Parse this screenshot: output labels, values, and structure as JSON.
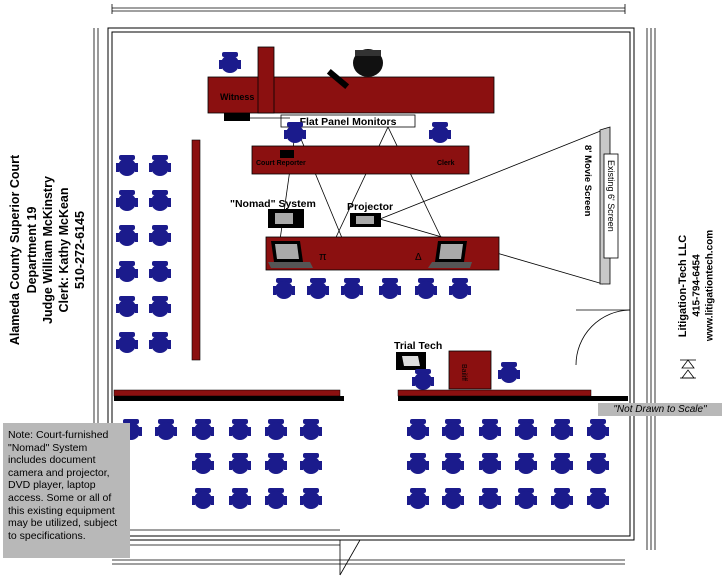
{
  "court": {
    "line1": "Alameda County Superior Court",
    "line2": "Department 19",
    "line3": "Judge William McKinstry",
    "line4": "Clerk: Kathy McKean",
    "line5": "510-272-6145"
  },
  "company": {
    "name": "Litigation-Tech LLC",
    "phone": "415-794-6454",
    "web": "www.litigationtech.com"
  },
  "labels": {
    "witness": "Witness",
    "flat_panel": "Flat Panel Monitors",
    "court_reporter": "Court Reporter",
    "clerk": "Clerk",
    "nomad": "\"Nomad\" System",
    "projector": "Projector",
    "movie_screen": "8' Movie Screen",
    "existing_screen": "Existing 6' Screen",
    "trial_tech": "Trial Tech",
    "bailiff": "Bailiff",
    "pi_mark": "π",
    "delta_mark": "Δ"
  },
  "not_to_scale": "\"Not Drawn to Scale\"",
  "note": "Note: Court-furnished \"Nomad\" System includes document camera and projector, DVD player, laptop access. Some or all of this existing equipment may be utilized, subject to specifications.",
  "colors": {
    "furniture": "#8b1010",
    "chair": "#1b1b8c",
    "note_bg": "#b8b8b8"
  }
}
